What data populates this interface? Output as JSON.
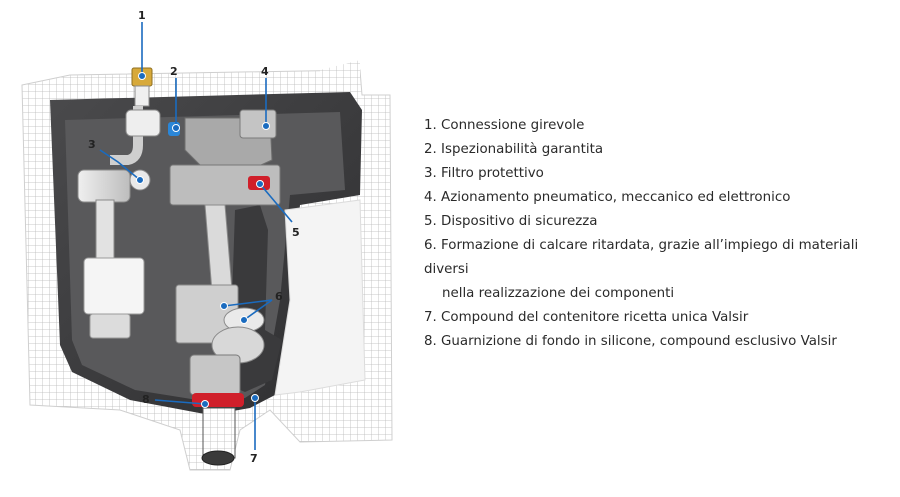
{
  "diagram": {
    "callouts": [
      {
        "num": "1"
      },
      {
        "num": "2"
      },
      {
        "num": "3"
      },
      {
        "num": "4"
      },
      {
        "num": "5"
      },
      {
        "num": "6"
      },
      {
        "num": "7"
      },
      {
        "num": "8"
      }
    ],
    "colors": {
      "callout_line": "#1a6bbf",
      "shell": "#3c3c3e",
      "inner": "#5a5a5c",
      "mechanism": "#d9d9d9",
      "accent_red": "#d01f2a",
      "accent_blue": "#2a86d8",
      "brass": "#d7a93a"
    }
  },
  "legend": {
    "items": [
      {
        "text": "1. Connessione girevole"
      },
      {
        "text": "2. Ispezionabilità garantita"
      },
      {
        "text": "3. Filtro protettivo"
      },
      {
        "text": "4. Azionamento pneumatico, meccanico ed elettronico"
      },
      {
        "text": "5. Dispositivo di sicurezza"
      },
      {
        "text": "6. Formazione di calcare ritardata, grazie all’impiego di materiali diversi",
        "cont": "nella realizzazione dei componenti"
      },
      {
        "text": "7. Compound del contenitore ricetta unica Valsir"
      },
      {
        "text": "8. Guarnizione di fondo in silicone, compound esclusivo Valsir"
      }
    ]
  }
}
